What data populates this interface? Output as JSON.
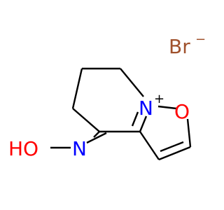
{
  "molecule": {
    "counterion": {
      "symbol": "Br",
      "charge": "−",
      "color": "#a0522d"
    },
    "ring_nitrogen": {
      "symbol": "N",
      "charge": "+",
      "color": "#0000ff"
    },
    "ring_oxygen": {
      "symbol": "O",
      "color": "#ff0000"
    },
    "oxime_nitrogen": {
      "symbol": "N",
      "color": "#0000ff"
    },
    "oxime_hydroxyl": {
      "symbol": "HO",
      "color": "#ff0000"
    },
    "bond_color": "#000000"
  }
}
